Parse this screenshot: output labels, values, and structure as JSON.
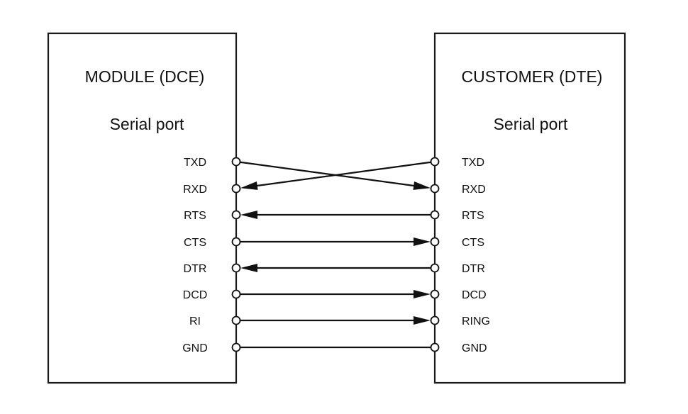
{
  "left_block": {
    "title": "MODULE (DCE)",
    "subtitle": "Serial port",
    "pins": [
      "TXD",
      "RXD",
      "RTS",
      "CTS",
      "DTR",
      "DCD",
      "RI",
      "GND"
    ]
  },
  "right_block": {
    "title": "CUSTOMER (DTE)",
    "subtitle": "Serial port",
    "pins": [
      "TXD",
      "RXD",
      "RTS",
      "CTS",
      "DTR",
      "DCD",
      "RING",
      "GND"
    ]
  },
  "connections": [
    {
      "from": "left.TXD",
      "to": "right.RXD",
      "arrow": "right"
    },
    {
      "from": "right.TXD",
      "to": "left.RXD",
      "arrow": "left"
    },
    {
      "from": "right.RTS",
      "to": "left.RTS",
      "arrow": "left"
    },
    {
      "from": "left.CTS",
      "to": "right.CTS",
      "arrow": "right"
    },
    {
      "from": "right.DTR",
      "to": "left.DTR",
      "arrow": "left"
    },
    {
      "from": "left.DCD",
      "to": "right.DCD",
      "arrow": "right"
    },
    {
      "from": "left.RI",
      "to": "right.RING",
      "arrow": "right"
    },
    {
      "from": "left.GND",
      "to": "right.GND",
      "arrow": "none"
    }
  ]
}
